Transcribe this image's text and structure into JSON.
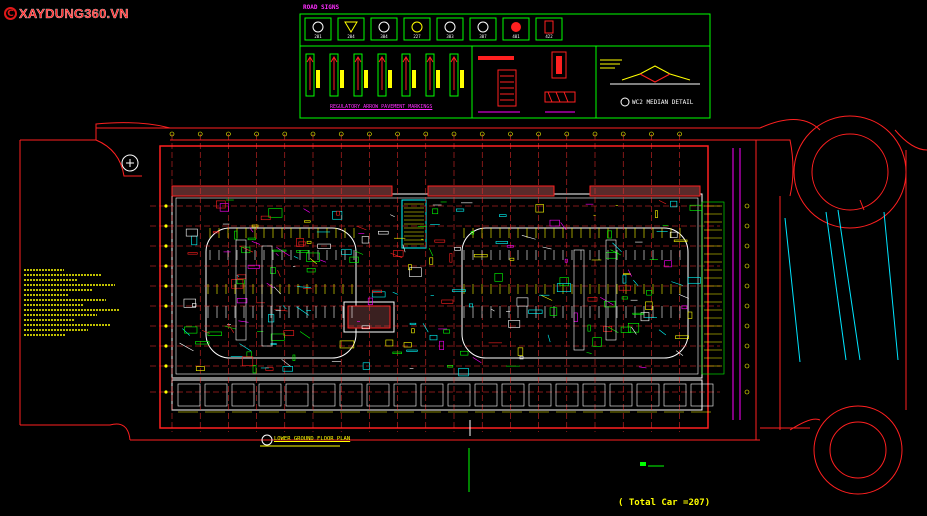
{
  "watermark": {
    "symbol": "C",
    "text": "XAYDUNG360.VN"
  },
  "legend": {
    "title": "ROAD SIGNS",
    "sign_codes": [
      "201",
      "204",
      "304",
      "227",
      "303",
      "307",
      "401",
      "422"
    ],
    "regulatory_label": "REGULATORY ARROW PAVEMENT MARKINGS",
    "detail_label": "WC2 MEDIAN DETAIL"
  },
  "plan": {
    "title": "LOWER GROUND FLOOR PLAN",
    "total_cars": "( Total Car =207)"
  },
  "colors": {
    "background": "#000000",
    "frame": "#00ff00",
    "road": "#ff2020",
    "grid": "#ff3030",
    "walls": "#ffffff",
    "parking": "#ffff00",
    "cyan": "#00e5ff",
    "magenta": "#ff00ff"
  }
}
